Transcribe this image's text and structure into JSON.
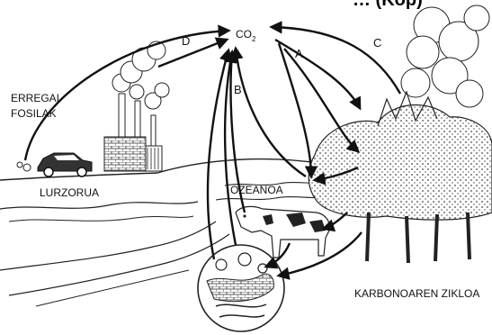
{
  "header_fragment": "… (Kop)",
  "molecule": {
    "base": "CO",
    "subscript": "2"
  },
  "labels": {
    "fossil_line1": "ERREGAI",
    "fossil_line2": "FOSILAK",
    "soil": "LURZORUA",
    "ocean": "OZEANOA",
    "cycle_title": "KARBONOAREN ZIKLOA"
  },
  "arrow_letters": {
    "a": "A",
    "b": "B",
    "c": "C",
    "d": "D"
  },
  "colors": {
    "ink": "#111111",
    "background": "#ffffff"
  }
}
